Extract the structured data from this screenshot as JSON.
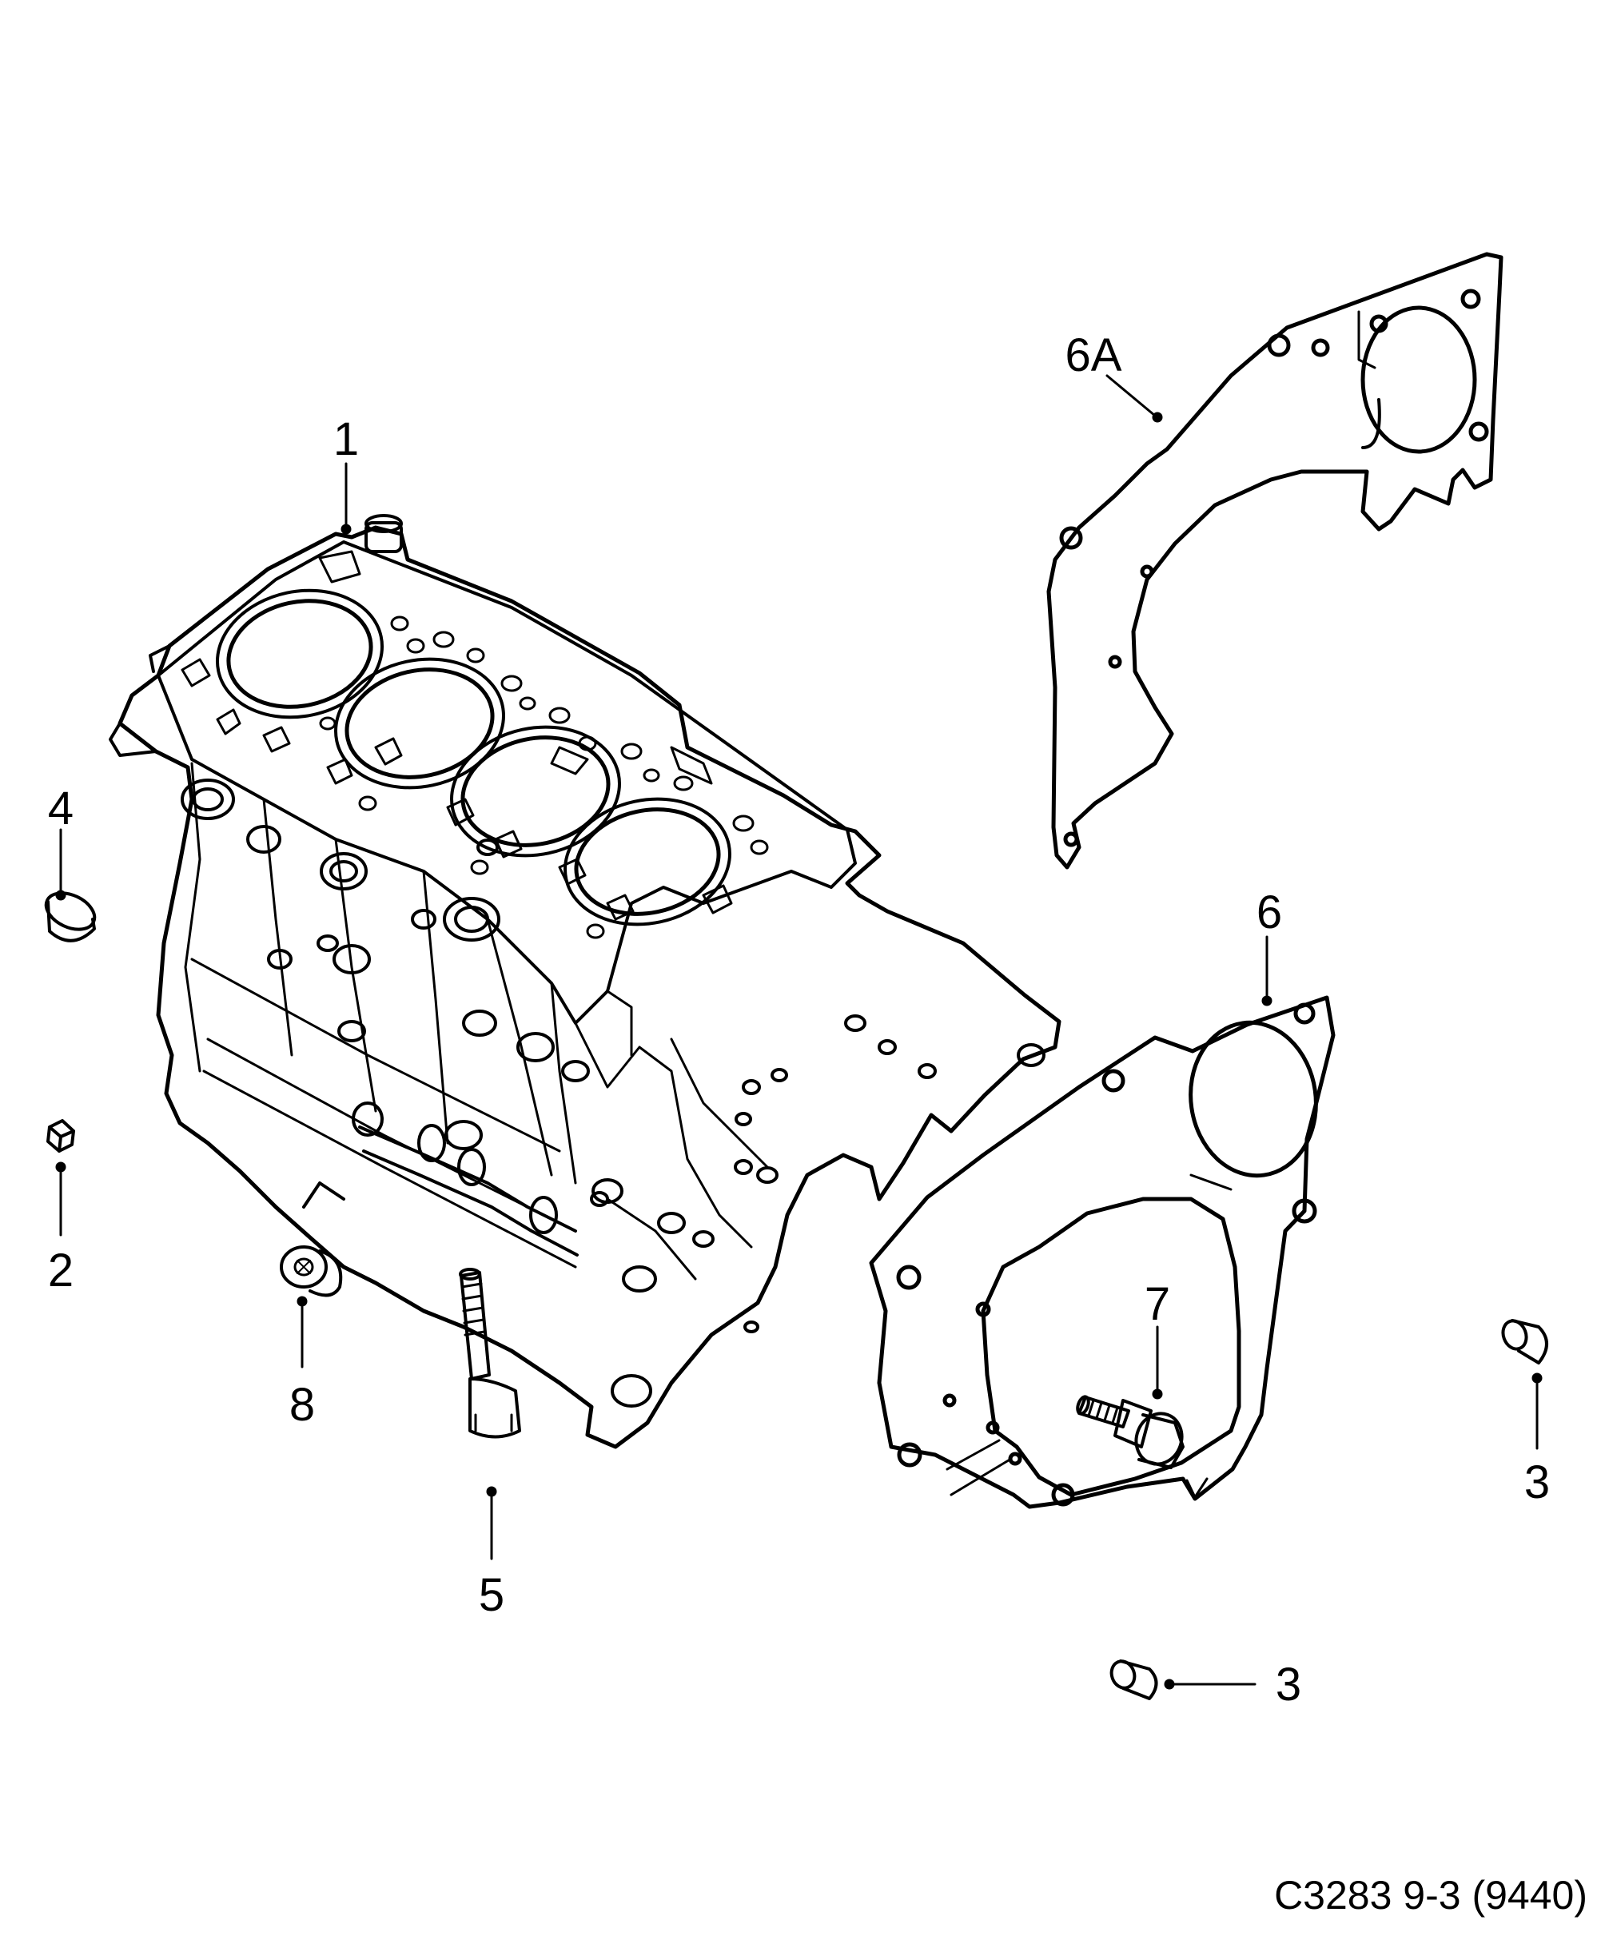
{
  "diagram": {
    "callouts": {
      "c1": "1",
      "c2": "2",
      "c3a": "3",
      "c3b": "3",
      "c4": "4",
      "c5": "5",
      "c6": "6",
      "c6a": "6A",
      "c7": "7",
      "c8": "8"
    },
    "caption": "C3283 9-3 (9440)",
    "colors": {
      "line": "#000000",
      "background": "#ffffff"
    }
  }
}
